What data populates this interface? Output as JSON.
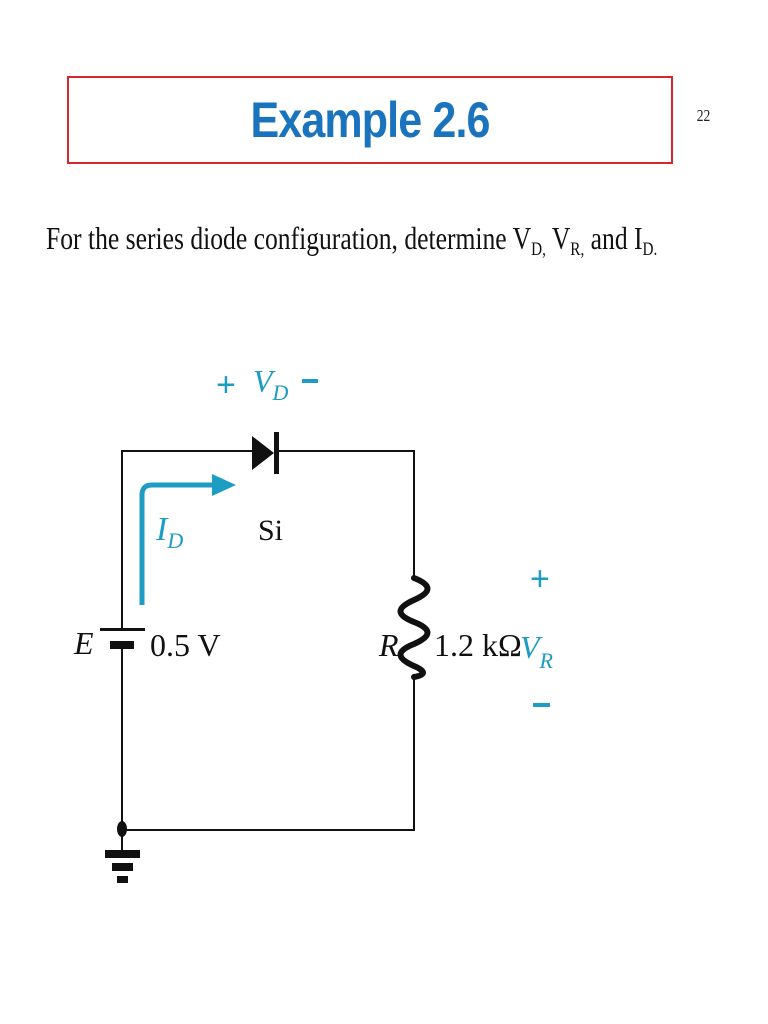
{
  "slide": {
    "title": "Example 2.6",
    "page_number": "22",
    "colors": {
      "title": "#1a73bd",
      "title_border": "#d8262c",
      "annotation": "#1d9cc4",
      "wire": "#111111"
    }
  },
  "problem": {
    "text_prefix": "For the series diode configuration, determine V",
    "vd_sub": "D,",
    "vr_main": " V",
    "vr_sub": "R,",
    "and": " and I",
    "id_sub": "D."
  },
  "circuit": {
    "diode": {
      "plus": "+",
      "label_main": "V",
      "label_sub": "D",
      "minus": "−",
      "material": "Si"
    },
    "current": {
      "label_main": "I",
      "label_sub": "D"
    },
    "source": {
      "name": "E",
      "value": "0.5 V"
    },
    "resistor": {
      "name": "R",
      "value": "1.2 kΩ",
      "plus": "+",
      "label_main": "V",
      "label_sub": "R",
      "minus": "−"
    },
    "ground": "ground-symbol"
  }
}
